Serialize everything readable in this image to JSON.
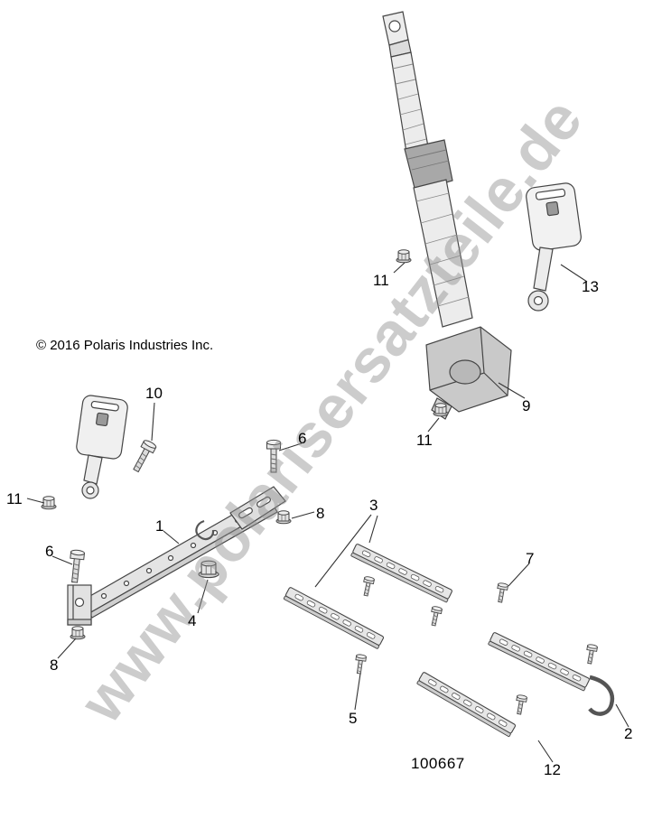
{
  "watermark": {
    "text": "www.polarisersatzteile.de"
  },
  "diagram": {
    "copyright": "© 2016 Polaris Industries Inc.",
    "part_number": "100667"
  },
  "colors": {
    "line": "#454545",
    "watermark_gray": "#8f8f8f",
    "background": "#ffffff"
  },
  "callouts": [
    {
      "label": "11"
    },
    {
      "label": "13"
    },
    {
      "label": "9"
    },
    {
      "label": "11"
    },
    {
      "label": "10"
    },
    {
      "label": "6"
    },
    {
      "label": "11"
    },
    {
      "label": "8"
    },
    {
      "label": "1"
    },
    {
      "label": "3"
    },
    {
      "label": "6"
    },
    {
      "label": "4"
    },
    {
      "label": "7"
    },
    {
      "label": "8"
    },
    {
      "label": "5"
    },
    {
      "label": "2"
    },
    {
      "label": "12"
    }
  ]
}
